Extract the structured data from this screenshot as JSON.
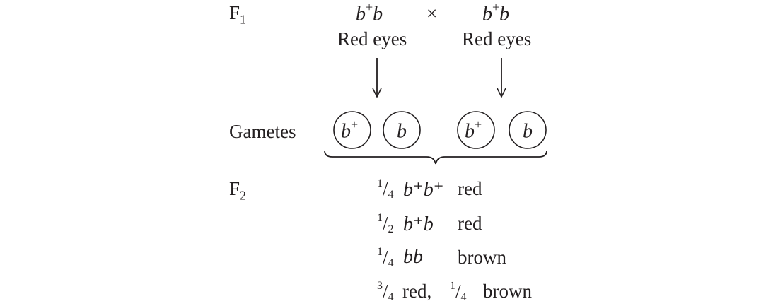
{
  "f1": {
    "label": "F",
    "label_sub": "1",
    "cross_symbol": "×",
    "parent_left": {
      "allele1": "b",
      "allele1_sup": "+",
      "allele2": "b",
      "phenotype": "Red eyes"
    },
    "parent_right": {
      "allele1": "b",
      "allele1_sup": "+",
      "allele2": "b",
      "phenotype": "Red eyes"
    }
  },
  "gametes": {
    "label": "Gametes",
    "items": [
      {
        "allele": "b",
        "sup": "+"
      },
      {
        "allele": "b",
        "sup": ""
      },
      {
        "allele": "b",
        "sup": "+"
      },
      {
        "allele": "b",
        "sup": ""
      }
    ]
  },
  "f2": {
    "label": "F",
    "label_sub": "2",
    "rows": [
      {
        "num": "1",
        "den": "4",
        "genotype": "b⁺b⁺",
        "phenotype": "red"
      },
      {
        "num": "1",
        "den": "2",
        "genotype": "b⁺b",
        "phenotype": "red"
      },
      {
        "num": "1",
        "den": "4",
        "genotype": "bb",
        "phenotype": "brown"
      }
    ],
    "summary": {
      "red_num": "3",
      "red_den": "4",
      "red_label": "red,",
      "brown_num": "1",
      "brown_den": "4",
      "brown_label": "brown"
    }
  }
}
